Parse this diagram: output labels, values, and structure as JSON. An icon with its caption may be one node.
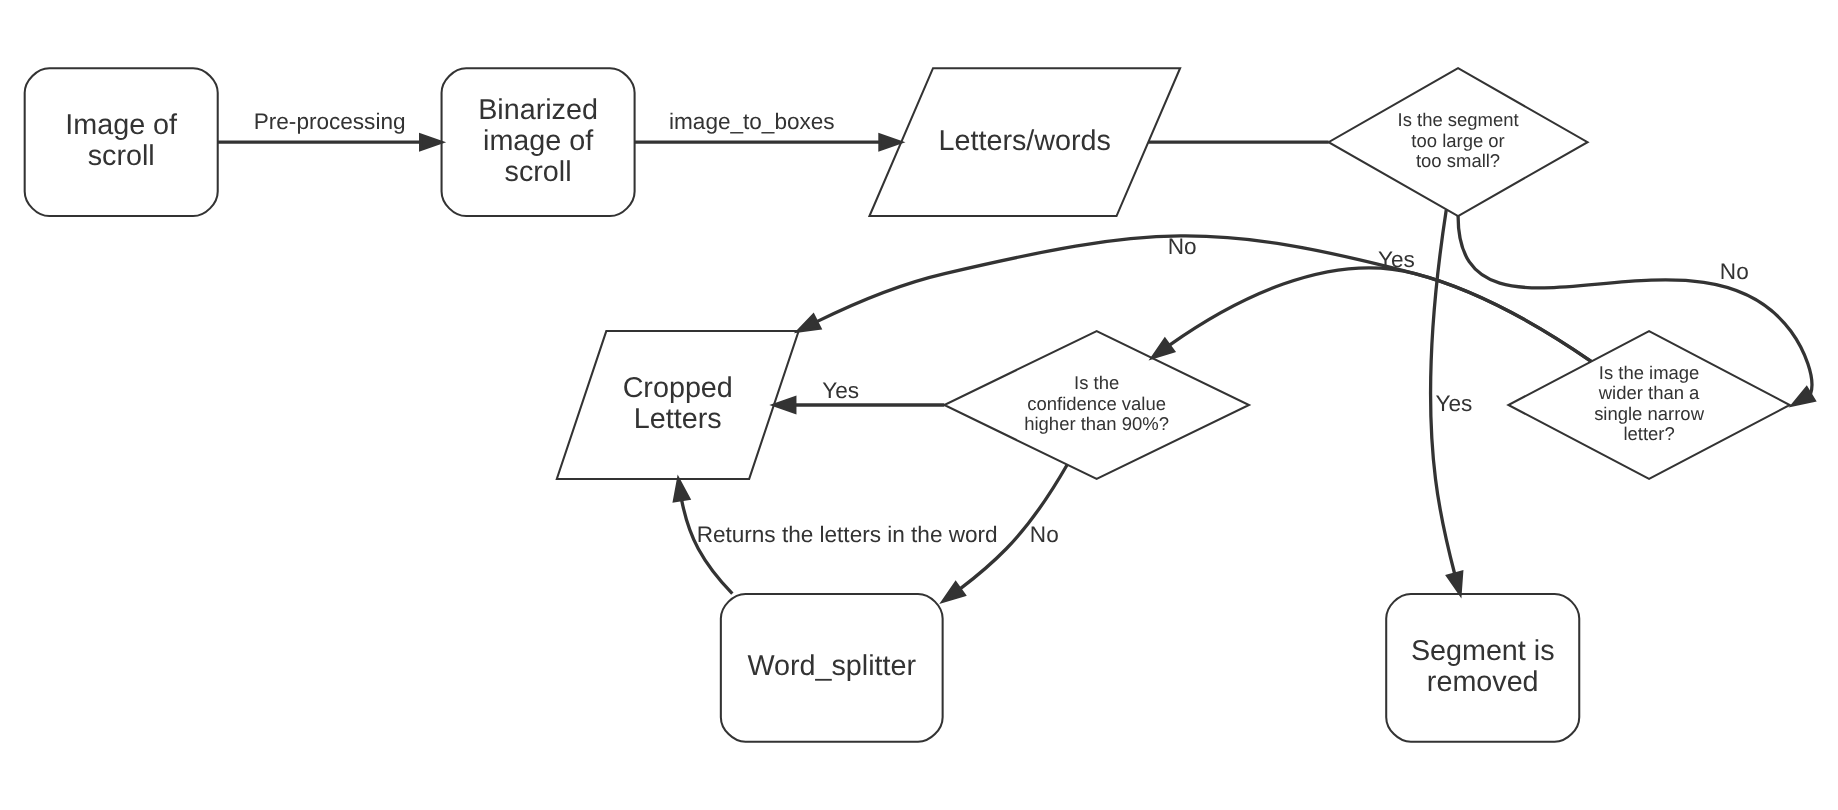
{
  "diagram": {
    "nodes": [
      {
        "text": [
          "Image of scroll"
        ]
      },
      {
        "text": [
          "Binarized image of scroll"
        ]
      },
      {
        "text": [
          "Letters/words"
        ]
      },
      {
        "text": [
          "Is the segment too large or too small?"
        ]
      },
      {
        "text": [
          "Is the image wider than a single narrow letter?"
        ]
      },
      {
        "text": [
          "Is the confidence value higher than 90%?"
        ]
      },
      {
        "text": [
          "Cropped Letters"
        ]
      },
      {
        "text": [
          "Word_splitter"
        ]
      },
      {
        "text": [
          "Segment is removed"
        ]
      }
    ],
    "edges": [
      {
        "from": 0,
        "to": 1,
        "arrow": "to",
        "label": "Pre-processing"
      },
      {
        "from": 1,
        "to": 2,
        "arrow": "to",
        "label": "image_to_boxes"
      },
      {
        "from": 2,
        "to": 3,
        "arrow": "none"
      },
      {
        "from": 3,
        "to": 4,
        "arrow": "to",
        "label": "No"
      },
      {
        "from": 3,
        "to": 8,
        "arrow": "to",
        "label": "Yes"
      },
      {
        "from": 4,
        "to": 6,
        "arrow": "to",
        "label": "No"
      },
      {
        "from": 4,
        "to": 5,
        "arrow": "to",
        "label": "Yes"
      },
      {
        "from": 5,
        "to": 6,
        "arrow": "to",
        "label": "Yes"
      },
      {
        "from": 5,
        "to": 7,
        "arrow": "to",
        "label": "No"
      },
      {
        "from": 7,
        "to": 6,
        "arrow": "to",
        "label": "Returns the letters in the word"
      }
    ]
  }
}
